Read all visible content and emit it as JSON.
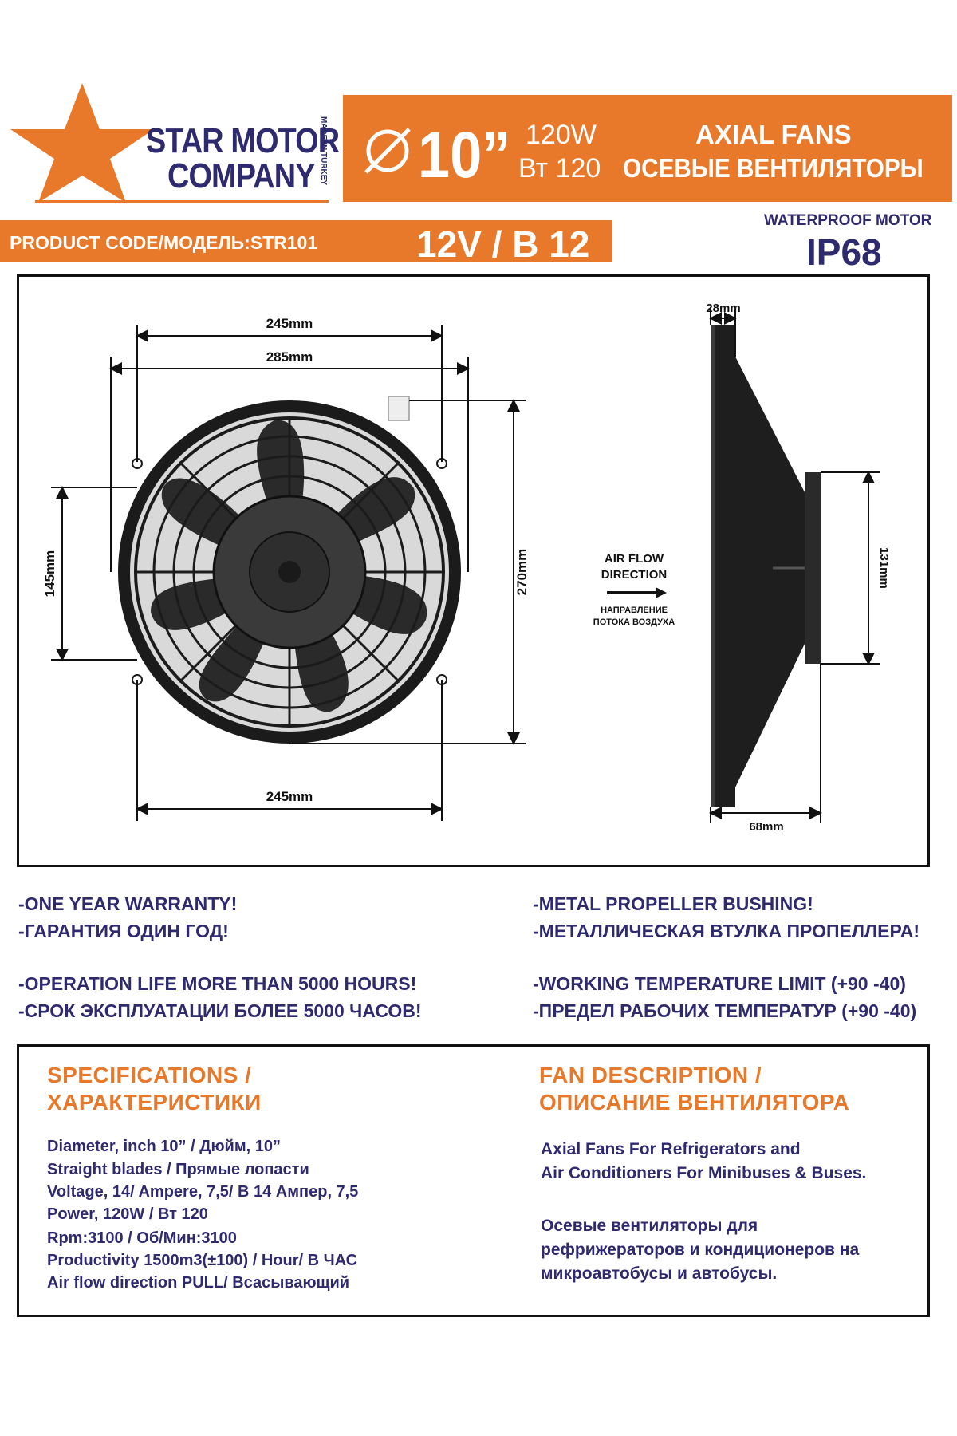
{
  "brand": {
    "line1": "STAR MOTOR",
    "line2": "COMPANY",
    "made_in": "MADE IN TURKEY",
    "star_color": "#e8792a"
  },
  "header": {
    "size": "10”",
    "power_en": "120W",
    "power_ru": "Вт 120",
    "type_en": "AXIAL FANS",
    "type_ru": "ОСЕВЫЕ ВЕНТИЛЯТОРЫ",
    "banner_color": "#e8792a"
  },
  "product": {
    "code": "PRODUCT CODE/МОДЕЛЬ:STR101",
    "voltage": "12V / B 12",
    "waterproof": "WATERPROOF MOTOR",
    "ip": "IP68"
  },
  "drawing": {
    "dim_top": "245mm",
    "dim_outer": "285mm",
    "dim_bottom": "245mm",
    "dim_left": "145mm",
    "dim_right": "270mm",
    "dim_depth_top": "28mm",
    "dim_depth_bottom": "68mm",
    "dim_motor": "131mm",
    "airflow_en_1": "AIR FLOW",
    "airflow_en_2": "DIRECTION",
    "airflow_ru_1": "НАПРАВЛЕНИЕ",
    "airflow_ru_2": "ПОТОКА ВОЗДУХА"
  },
  "features": {
    "left": [
      "-ONE YEAR WARRANTY!",
      "-ГАРАНТИЯ ОДИН ГОД!",
      "-OPERATION LIFE MORE THAN 5000 HOURS!",
      "-СРОК ЭКСПЛУАТАЦИИ БОЛЕЕ 5000 ЧАСОВ!"
    ],
    "right": [
      "-METAL PROPELLER BUSHING!",
      "-МЕТАЛЛИЧЕСКАЯ ВТУЛКА ПРОПЕЛЛЕРА!",
      "-WORKING TEMPERATURE LIMIT (+90 -40)",
      "-ПРЕДЕЛ РАБОЧИХ ТЕМПЕРАТУР (+90 -40)"
    ]
  },
  "specs": {
    "title_1": "SPECIFICATIONS /",
    "title_2": "ХАРАКТЕРИСТИКИ",
    "lines": [
      "Diameter, inch 10” / Дюйм, 10”",
      "Straight blades / Прямые лопасти",
      "Voltage, 14/ Ampere, 7,5/ В 14 Ампер, 7,5",
      "Power, 120W / Вт 120",
      "Rpm:3100 / Об/Мин:3100",
      "Productivity 1500m3(±100) / Hour/ В ЧАС",
      "Air flow direction  PULL/ Всасывающий"
    ]
  },
  "description": {
    "title_1": "FAN DESCRIPTION /",
    "title_2": "ОПИСАНИЕ ВЕНТИЛЯТОРА",
    "lines_en": [
      "Axial Fans For Refrigerators and",
      "Air Conditioners For Minibuses & Buses."
    ],
    "lines_ru": [
      "Осевые вентиляторы для",
      "рефрижераторов и кондиционеров на",
      "микроавтобусы и автобусы."
    ]
  }
}
